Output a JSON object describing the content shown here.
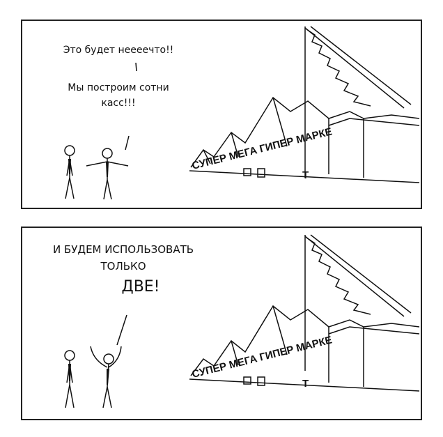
{
  "panels": [
    {
      "speech": [
        "Это будет неееечто!!",
        "Мы построим сотни",
        "касс!!!"
      ],
      "sign": {
        "main": "СУПЕР МЕГА ГИПЕР МАРКЕ",
        "fallen_letter": "Т"
      }
    },
    {
      "speech": [
        "И БУДЕМ ИСПОЛЬЗОВАТЬ",
        "ТОЛЬКО",
        "ДВЕ!"
      ],
      "sign": {
        "main": "СУПЕР МЕГА ГИПЕР МАРКЕ",
        "fallen_letter": "Т"
      }
    }
  ]
}
